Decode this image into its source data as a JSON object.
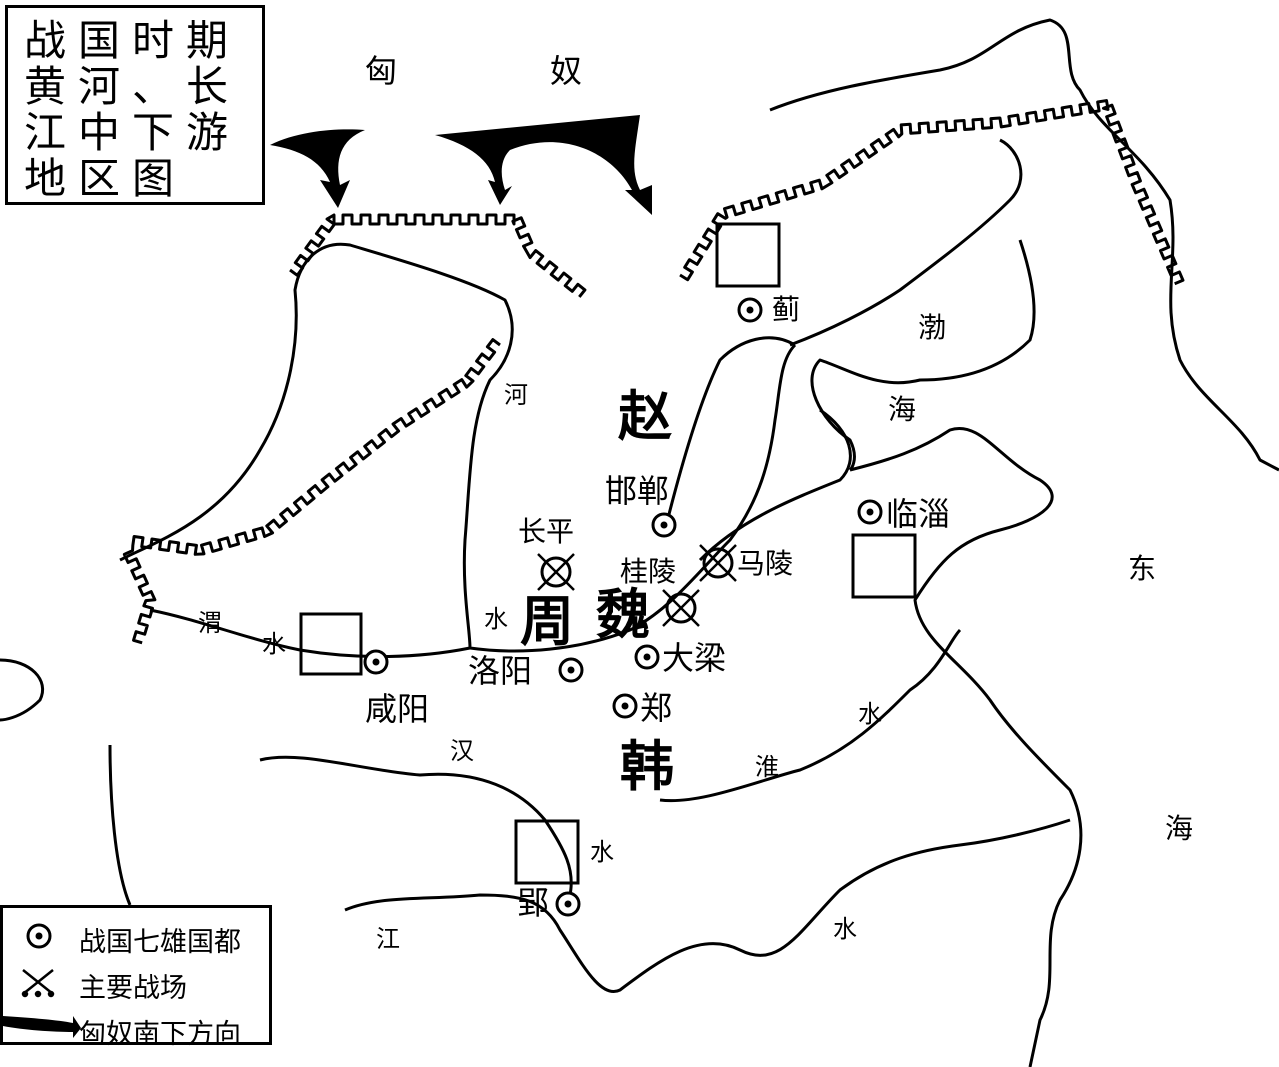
{
  "title": {
    "lines": [
      "战国时期",
      "黄河、长",
      "江中下游",
      "地区图"
    ]
  },
  "regions": {
    "xiongnu_1": "匈",
    "xiongnu_2": "奴",
    "zhao": "赵",
    "zhou": "周",
    "wei": "魏",
    "han": "韩"
  },
  "cities": {
    "ji": "蓟",
    "handan": "邯郸",
    "linzi": "临淄",
    "luoyang": "洛阳",
    "daliang": "大梁",
    "xianyang": "咸阳",
    "zheng": "郑",
    "ying": "郢"
  },
  "battles": {
    "changping": "长平",
    "guiling": "桂陵",
    "maling": "马陵"
  },
  "water": {
    "bo": "渤",
    "hai_bohai": "海",
    "he": "河",
    "wei": "渭",
    "shui_wei": "水",
    "shui_he": "水",
    "shui_huai": "水",
    "han": "汉",
    "huai": "淮",
    "shui_han": "水",
    "jiang": "江",
    "shui_jiang": "水",
    "dong": "东",
    "hai_east": "海"
  },
  "legend": {
    "capital": "战国七雄国都",
    "battlefield": "主要战场",
    "xiongnu_arrow": "匈奴南下方向"
  }
}
